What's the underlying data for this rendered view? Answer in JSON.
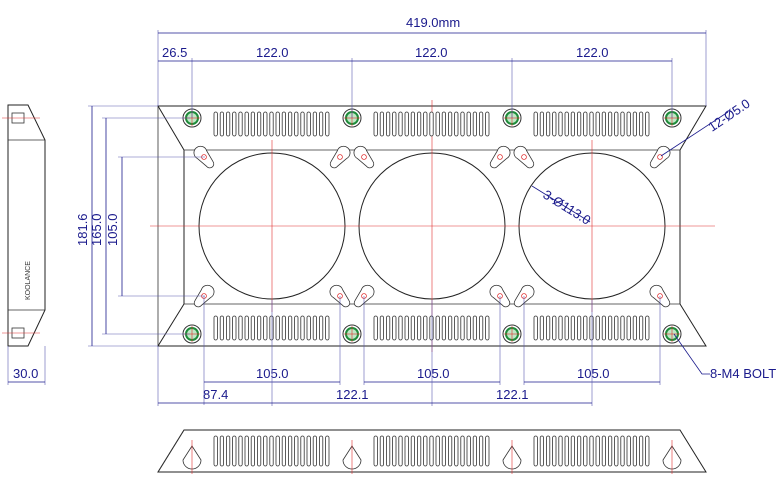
{
  "dimensions": {
    "overall_width": "419.0mm",
    "edge_offset": "26.5",
    "fan_pitch_1": "122.0",
    "fan_pitch_2": "122.0",
    "fan_pitch_3": "122.0",
    "overall_height": "181.6",
    "mount_height_165": "165.0",
    "mount_height_105": "105.0",
    "fan_hole_spacing_1": "105.0",
    "fan_hole_spacing_2": "105.0",
    "fan_hole_spacing_3": "105.0",
    "left_to_center": "87.4",
    "center_pitch_1": "122.1",
    "center_pitch_2": "122.1",
    "thickness": "30.0"
  },
  "callouts": {
    "mount_holes": "12-Ø5.0",
    "fan_openings": "3-Ø113.0",
    "bolts": "8-M4 BOLT"
  },
  "side_view": {
    "brand_mark": "KOOLANCE"
  },
  "colors": {
    "dimension": "#1a1a8c",
    "centerline": "#e03030",
    "bolt": "#1e8c3a",
    "outline": "#222222"
  }
}
